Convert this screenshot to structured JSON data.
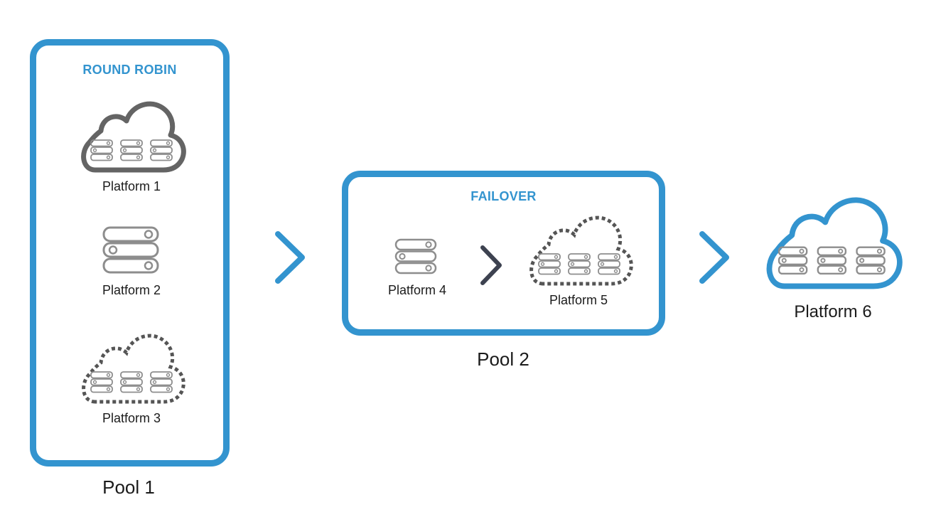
{
  "pools": [
    {
      "label": "Pool 1",
      "strategy": "ROUND ROBIN",
      "platforms": [
        {
          "label": "Platform 1",
          "icon": "cloud-servers-solid-icon"
        },
        {
          "label": "Platform 2",
          "icon": "server-stack-icon"
        },
        {
          "label": "Platform 3",
          "icon": "cloud-servers-dashed-icon"
        }
      ]
    },
    {
      "label": "Pool 2",
      "strategy": "FAILOVER",
      "platforms": [
        {
          "label": "Platform 4",
          "icon": "server-stack-icon"
        },
        {
          "label": "Platform 5",
          "icon": "cloud-servers-dashed-icon"
        }
      ]
    }
  ],
  "final_platform": {
    "label": "Platform 6",
    "icon": "cloud-servers-blue-icon"
  },
  "colors": {
    "pool_border": "#3394cf",
    "arrow_blue": "#3394cf",
    "arrow_dark": "#3d4250",
    "cloud_solid": "#646464",
    "cloud_dashed": "#555555",
    "server_gray": "#8d8d8d",
    "text": "#1b1b1b"
  }
}
